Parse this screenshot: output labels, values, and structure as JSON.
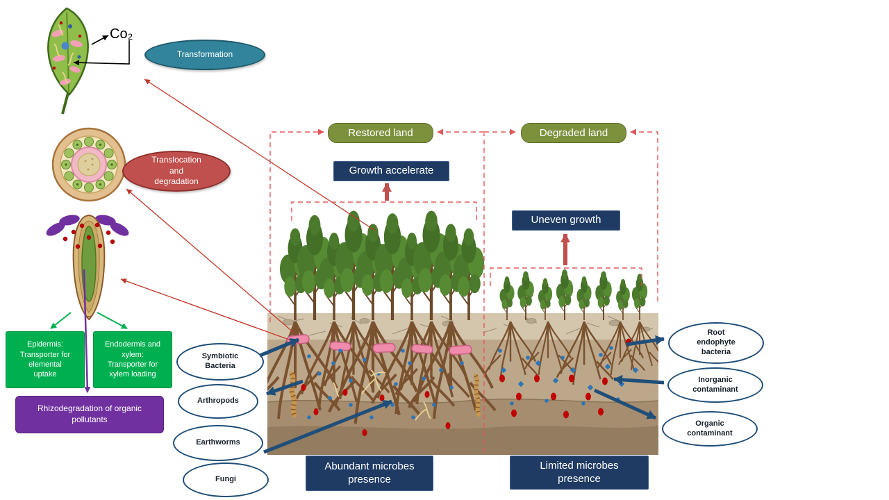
{
  "title": "Phytoremediation and land restoration diagram",
  "colors": {
    "navy": "#1f3b63",
    "navy_arrow": "#1f4e79",
    "olive_badge": "#7d913c",
    "teal": "#31849b",
    "red_ellipse": "#c0504d",
    "thin_red_arrow": "#c0392b",
    "dashed_red": "#e05a5a",
    "green_box": "#00b050",
    "purple_box": "#7030a0"
  },
  "leaf": {
    "co2_label": "Co₂"
  },
  "bubbles": {
    "transformation": "Transformation",
    "translocation": "Translocation\nand\ndegradation"
  },
  "boxes": {
    "epidermis": "Epidermis:\nTransporter for\nelemental\nuptake",
    "endodermis": "Endodermis and\nxylem:\nTransporter for\nxylem loading",
    "rhizodegradation": "Rhizodegradation of organic\npollutants"
  },
  "scene": {
    "restored_badge": "Restored land",
    "degraded_badge": "Degraded land",
    "growth_accelerate": "Growth accelerate",
    "uneven_growth": "Uneven growth",
    "abundant_microbes": "Abundant microbes\npresence",
    "limited_microbes": "Limited microbes\npresence"
  },
  "left_ovals": [
    {
      "label": "Symbiotic\nBacteria"
    },
    {
      "label": "Arthropods"
    },
    {
      "label": "Earthworms"
    },
    {
      "label": "Fungi"
    }
  ],
  "right_ovals": [
    {
      "label": "Root\nendophyte\nbacteria"
    },
    {
      "label": "Inorganic\ncontaminant"
    },
    {
      "label": "Organic\ncontaminant"
    }
  ]
}
